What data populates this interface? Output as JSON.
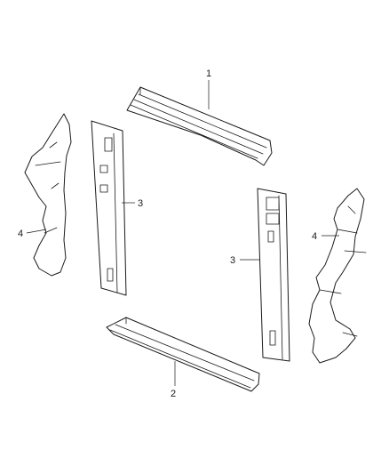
{
  "callouts": [
    "1",
    "2",
    "3",
    "3",
    "4",
    "4"
  ]
}
